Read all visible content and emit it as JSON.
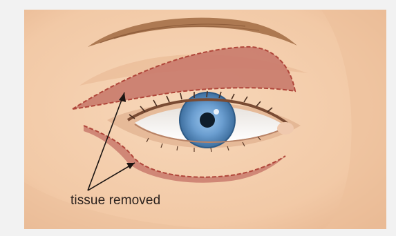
{
  "figure": {
    "annotation": "tissue removed",
    "colors": {
      "background": "#f2f2f2",
      "skin": "#f3ccab",
      "skin_shadow": "#e8b894",
      "removed_tissue": "#c97a6c",
      "incision_line": "#b0463a",
      "eyebrow": "#a06a42",
      "iris": "#6b9ed0",
      "pupil": "#0f1d2a",
      "arrow": "#1b1512"
    },
    "icons": [
      "eyebrow",
      "upper-eyelid-excision",
      "lower-eyelid-excision",
      "eye",
      "callout-arrow"
    ]
  }
}
